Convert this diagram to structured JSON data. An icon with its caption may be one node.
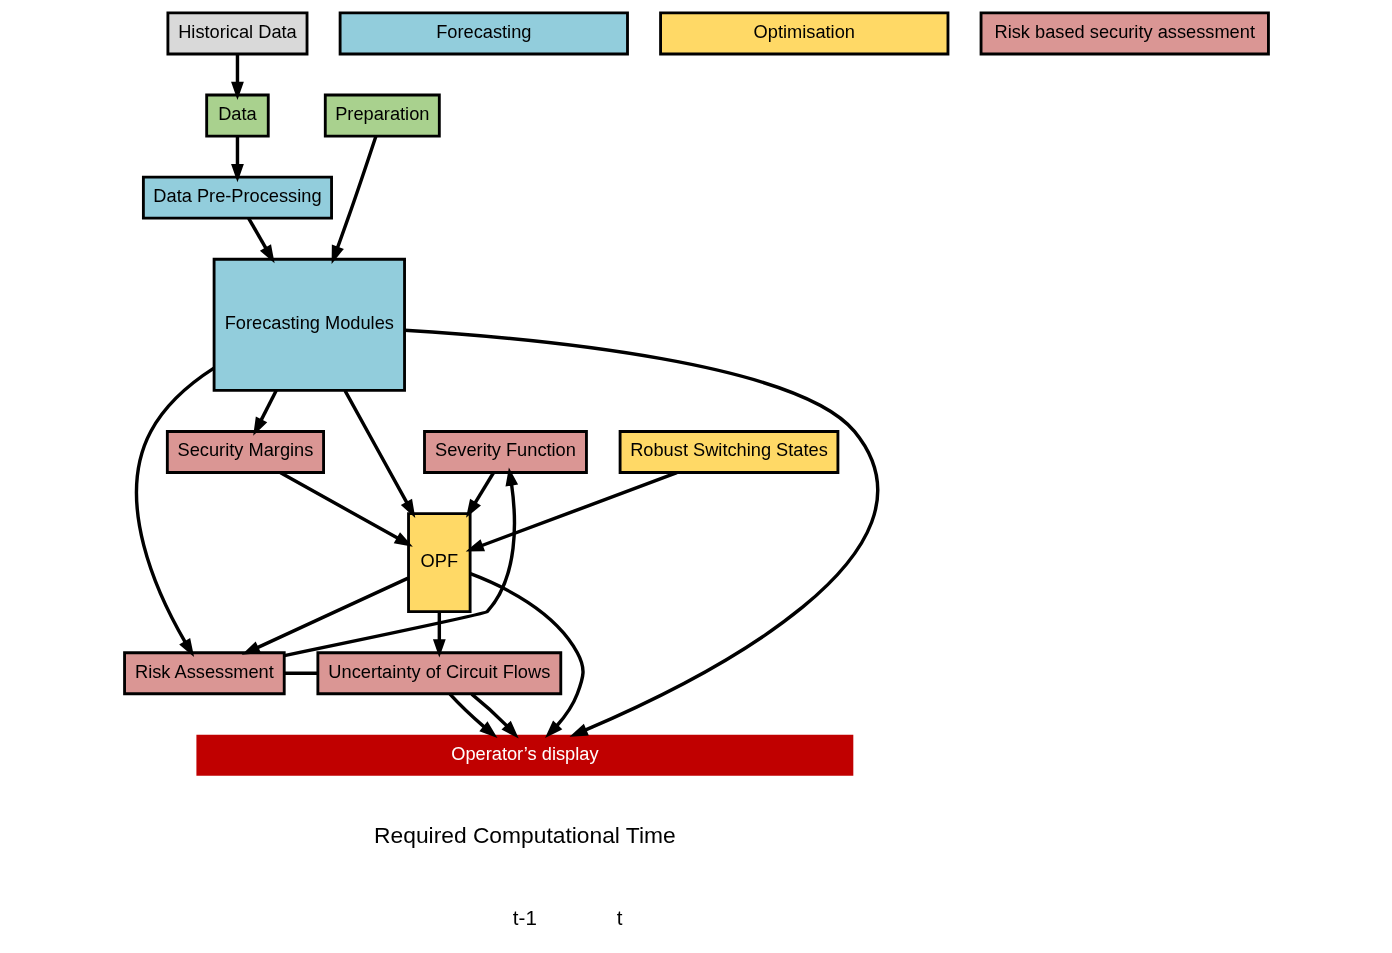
{
  "diagram": {
    "nodes": [
      {
        "text": [
          "Historical Data"
        ]
      },
      {
        "text": [
          "Data"
        ]
      },
      {
        "text": [
          "Preparation"
        ]
      },
      {
        "text": [
          "Data Pre-Processing"
        ]
      },
      {
        "text": [
          "Robust Switching States"
        ]
      },
      {
        "text": [
          "Forecasting Modules"
        ]
      },
      {
        "text": [
          "Severity Function"
        ]
      },
      {
        "text": [
          "Security Margins"
        ]
      },
      {
        "text": [
          "OPF"
        ]
      },
      {
        "text": [
          "Risk Assessment"
        ]
      },
      {
        "text": [
          "Uncertainty of Circuit Flows"
        ]
      },
      {
        "text": [
          "Operator’s display"
        ]
      }
    ],
    "edges": [
      {
        "from": 0,
        "to": 1,
        "arrow": "to"
      },
      {
        "from": 1,
        "to": 3,
        "arrow": "to"
      },
      {
        "from": 3,
        "to": 5,
        "arrow": "to"
      },
      {
        "from": 2,
        "to": 5,
        "arrow": "to"
      },
      {
        "from": 4,
        "to": 8,
        "arrow": "to"
      },
      {
        "from": 5,
        "to": 9,
        "arrow": "to"
      },
      {
        "from": 9,
        "to": 6,
        "arrow": "to"
      },
      {
        "from": 5,
        "to": 7,
        "arrow": "to"
      },
      {
        "from": 5,
        "to": 8,
        "arrow": "to"
      },
      {
        "from": 6,
        "to": 8,
        "arrow": "to"
      },
      {
        "from": 7,
        "to": 8,
        "arrow": "to"
      },
      {
        "from": 8,
        "to": 9,
        "arrow": "to"
      },
      {
        "from": 8,
        "to": 10,
        "arrow": "to"
      },
      {
        "from": 9,
        "to": 10,
        "arrow": "none"
      },
      {
        "from": 5,
        "to": 11,
        "arrow": "to"
      },
      {
        "from": 8,
        "to": 11,
        "arrow": "to"
      },
      {
        "from": 10,
        "to": 11,
        "arrow": "to"
      },
      {
        "from": 10,
        "to": 11,
        "arrow": "to"
      }
    ],
    "labels": [
      "Required Computational Time",
      "t-1",
      "t"
    ],
    "legend": [
      {
        "text": "Forecasting",
        "color": "#92cddc"
      },
      {
        "text": "Optimisation",
        "color": "#ffd966"
      },
      {
        "text": "Risk based security assessment",
        "color": "#da9694"
      }
    ]
  }
}
